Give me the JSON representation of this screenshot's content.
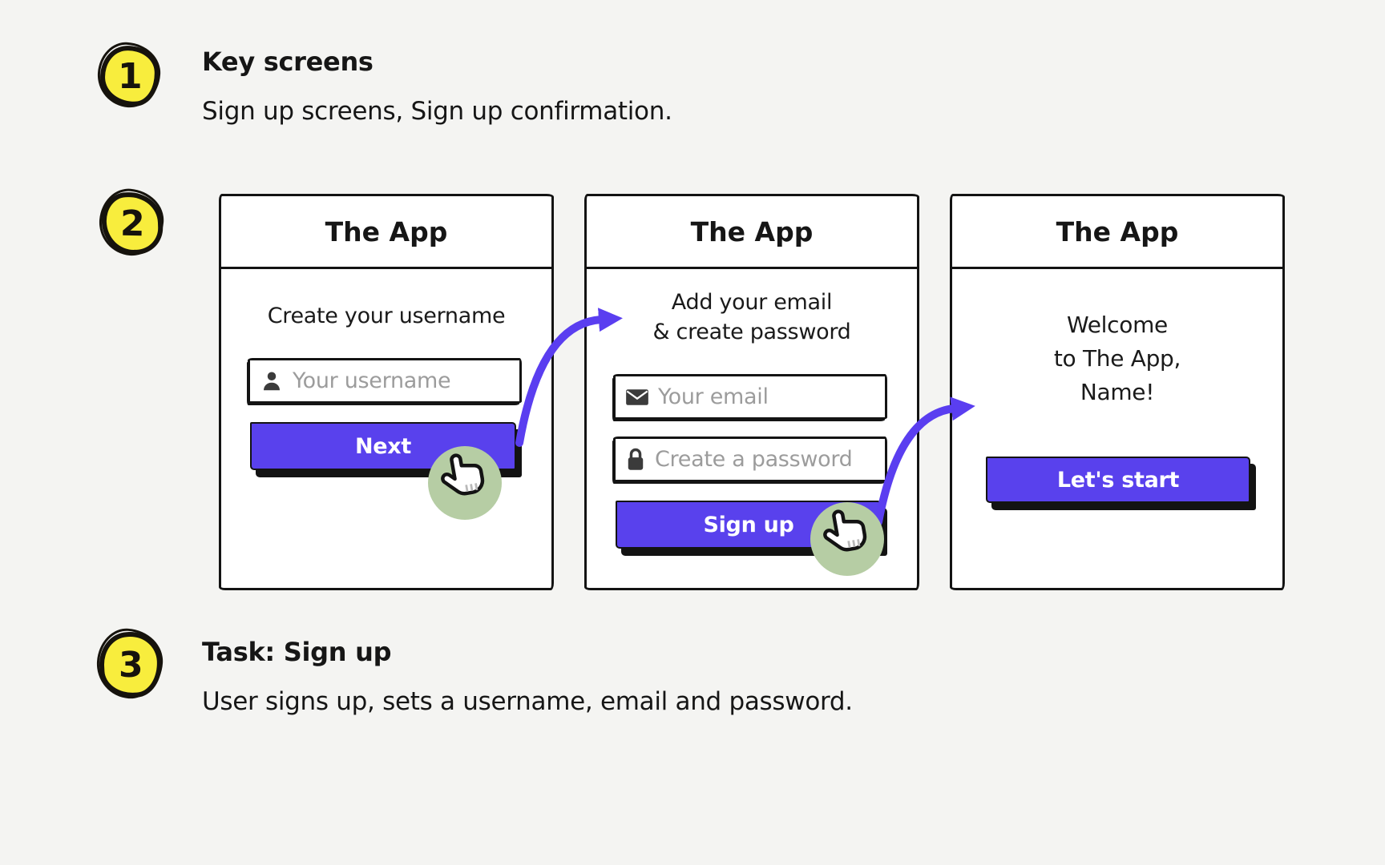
{
  "colors": {
    "accent_purple": "#5941ed",
    "arrow_purple": "#5a3ef0",
    "badge_yellow": "#f8ed3d",
    "cursor_green": "#b6cda4",
    "page_background": "#f4f4f2",
    "ink": "#161616",
    "placeholder_gray": "#9c9c9c"
  },
  "annotations": {
    "step1": {
      "number": "1",
      "title": "Key screens",
      "description": "Sign up screens, Sign up confirmation."
    },
    "step2": {
      "number": "2"
    },
    "step3": {
      "number": "3",
      "title": "Task: Sign up",
      "description": "User signs up, sets a username, email and password."
    }
  },
  "screens": [
    {
      "title": "The App",
      "prompt_lines": [
        "Create your username"
      ],
      "fields": [
        {
          "icon": "user-icon",
          "placeholder": "Your username"
        }
      ],
      "button_label": "Next",
      "click_indicator": true
    },
    {
      "title": "The App",
      "prompt_lines": [
        "Add your email",
        "& create password"
      ],
      "fields": [
        {
          "icon": "envelope-icon",
          "placeholder": "Your email"
        },
        {
          "icon": "lock-icon",
          "placeholder": "Create a password"
        }
      ],
      "button_label": "Sign up",
      "click_indicator": true
    },
    {
      "title": "The App",
      "prompt_lines": [
        "Welcome",
        "to The App,",
        "Name!"
      ],
      "fields": [],
      "button_label": "Let's start",
      "click_indicator": false
    }
  ]
}
